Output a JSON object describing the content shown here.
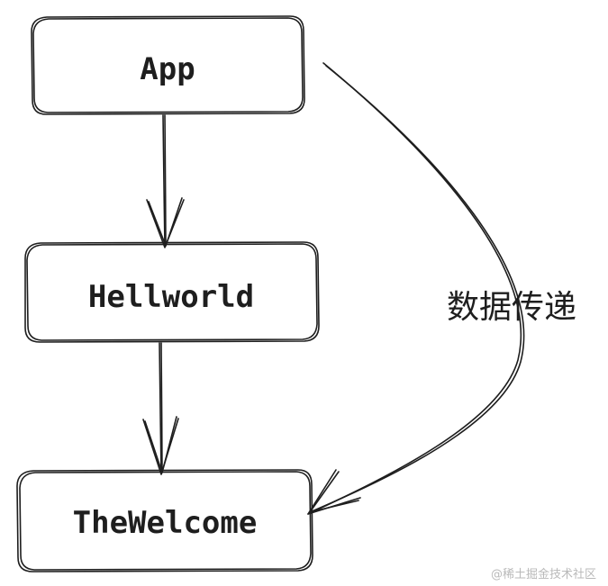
{
  "nodes": {
    "app": "App",
    "helloworld": "Hellworld",
    "welcome": "TheWelcome"
  },
  "edges": {
    "data_transfer_label": "数据传递"
  },
  "watermark": "@稀土掘金技术社区",
  "colors": {
    "ink": "#1e1e1e",
    "background": "#ffffff",
    "watermark": "#b9b9b9"
  }
}
